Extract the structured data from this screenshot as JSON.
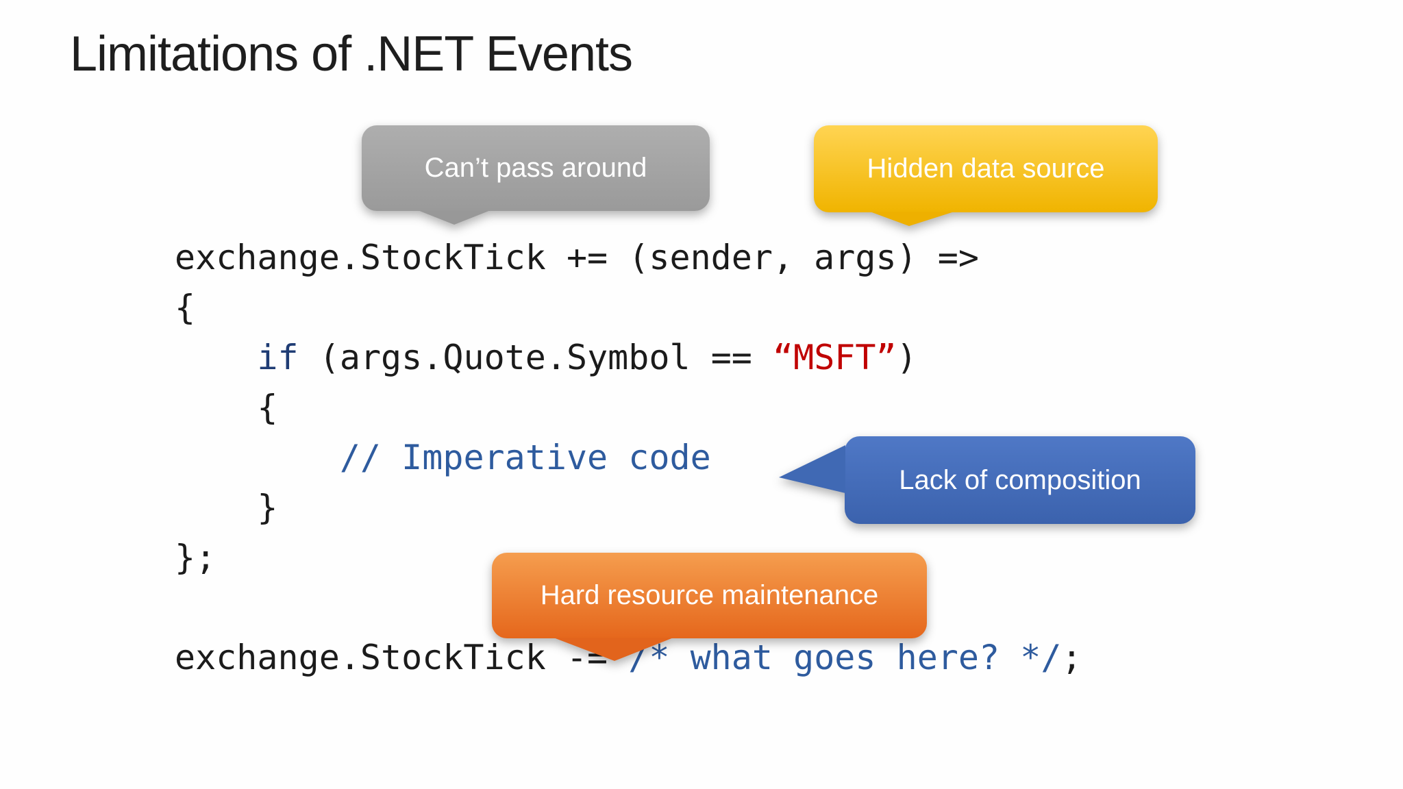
{
  "slide": {
    "title": "Limitations of .NET Events"
  },
  "code": {
    "line1": "exchange.StockTick += (sender, args) =>",
    "line2": "{",
    "line3_indent": "    ",
    "line3_keyword": "if",
    "line3_mid": " (args.Quote.Symbol == ",
    "line3_string": "“MSFT”",
    "line3_close": ")",
    "line4": "    {",
    "line5_indent": "        ",
    "line5_comment": "// Imperative code",
    "line6": "    }",
    "line7": "};",
    "line8": "",
    "line9_code": "exchange.StockTick -= ",
    "line9_comment": "/* what goes here? */",
    "line9_close": ";"
  },
  "callouts": {
    "gray": {
      "label": "Can’t pass around"
    },
    "yellow": {
      "label": "Hidden data source"
    },
    "blue": {
      "label": "Lack of composition"
    },
    "orange": {
      "label": "Hard resource maintenance"
    }
  },
  "palette": {
    "title_text": "#1e1e1e",
    "code_text": "#1b1b1b",
    "keyword_blue": "#1f3c74",
    "string_red": "#c00000",
    "comment_blue": "#2e5b9e",
    "callout_gray": "#9c9c9c",
    "callout_yellow": "#f5bb0c",
    "callout_blue": "#4472c4",
    "callout_orange": "#ed7d31",
    "callout_text": "#ffffff",
    "background": "#ffffff"
  }
}
